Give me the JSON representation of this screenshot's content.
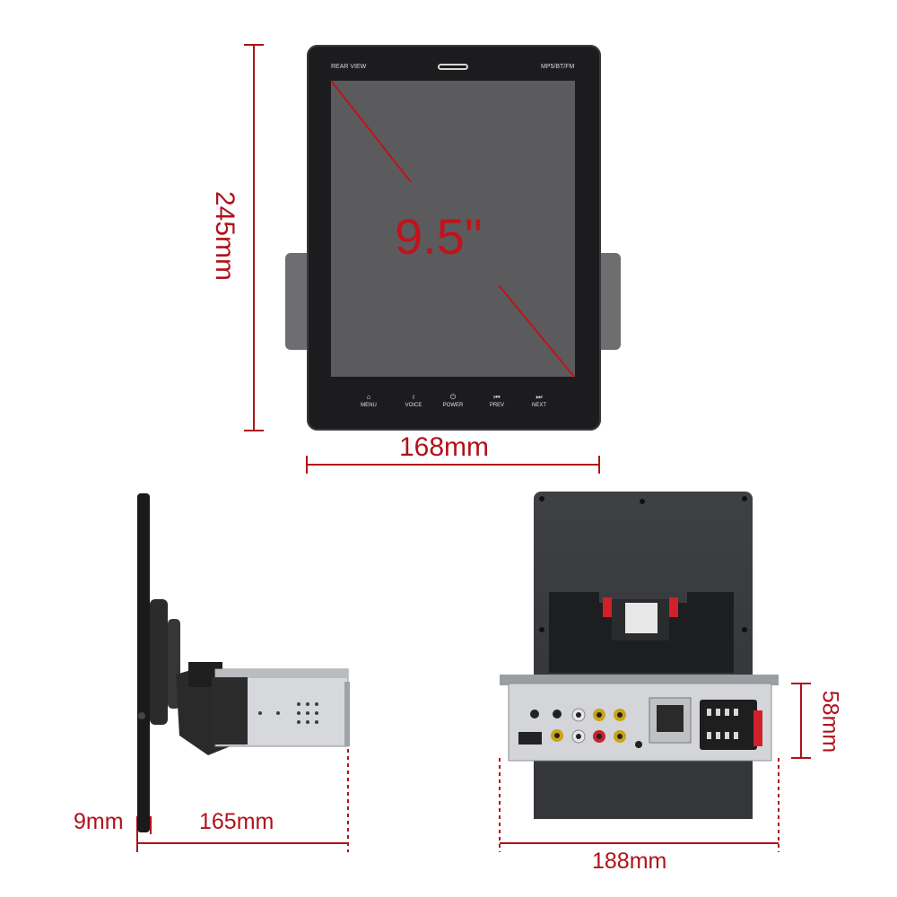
{
  "front_view": {
    "label_left": "REAR VIEW",
    "label_right": "MP5/BT/FM",
    "screen_size": "9.5\"",
    "buttons": [
      {
        "icon": "home-icon",
        "glyph": "⌂",
        "label": "MENU"
      },
      {
        "icon": "microphone-icon",
        "glyph": "≀",
        "label": "VOICE"
      },
      {
        "icon": "power-icon",
        "glyph": "⏻",
        "label": "POWER"
      },
      {
        "icon": "previous-icon",
        "glyph": "⏮",
        "label": "PREV"
      },
      {
        "icon": "next-icon",
        "glyph": "⏭",
        "label": "NEXT"
      }
    ]
  },
  "dimensions": {
    "height": "245mm",
    "width_front": "168mm",
    "panel_depth": "9mm",
    "chassis_depth": "165mm",
    "width_back": "188mm",
    "chassis_height": "58mm"
  },
  "colors": {
    "dimension_red": "#b0121b",
    "screen_gray": "#5b5b5d",
    "body_black": "#1c1c1e"
  }
}
